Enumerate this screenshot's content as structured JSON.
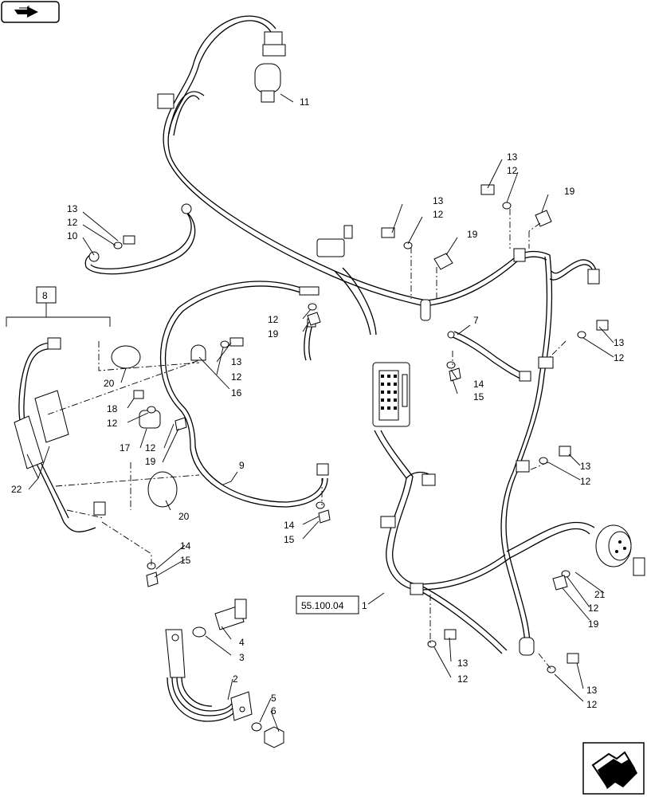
{
  "diagram": {
    "group_box_label": "8",
    "reference_box_label": "55.100.04",
    "callouts": {
      "c1": "1",
      "c2": "2",
      "c3": "3",
      "c4": "4",
      "c5": "5",
      "c6": "6",
      "c7": "7",
      "c9": "9",
      "c10": "10",
      "c11": "11",
      "c12a": "12",
      "c12b": "12",
      "c12c": "12",
      "c12d": "12",
      "c12e": "12",
      "c12f": "12",
      "c12g": "12",
      "c12h": "12",
      "c12i": "12",
      "c12j": "12",
      "c12k": "12",
      "c13a": "13",
      "c13b": "13",
      "c13c": "13",
      "c13d": "13",
      "c13e": "13",
      "c13f": "13",
      "c13g": "13",
      "c13h": "13",
      "c14a": "14",
      "c14b": "14",
      "c14c": "14",
      "c15a": "15",
      "c15b": "15",
      "c15c": "15",
      "c16": "16",
      "c17": "17",
      "c18": "18",
      "c19a": "19",
      "c19b": "19",
      "c19c": "19",
      "c19d": "19",
      "c19e": "19",
      "c20a": "20",
      "c20b": "20",
      "c21": "21",
      "c22": "22"
    },
    "icons": {
      "top_left": "reference-arrow-icon",
      "bottom_right": "next-page-arrow-icon"
    }
  }
}
